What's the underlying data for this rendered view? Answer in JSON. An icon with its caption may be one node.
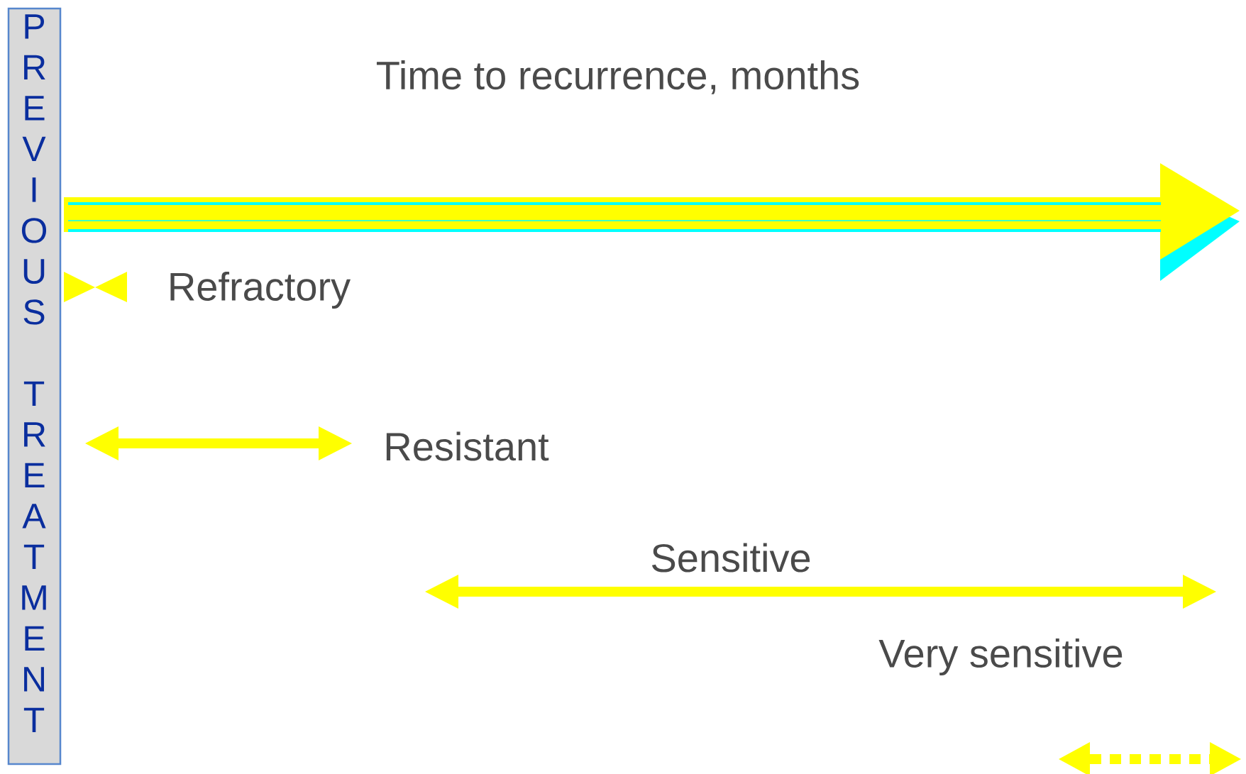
{
  "diagram": {
    "nodes": [
      {
        "text": [
          "PREVIOUS TREATMENT"
        ]
      }
    ],
    "labels": [
      "Time to recurrence, months",
      "Refractory",
      "Resistant",
      "Sensitive",
      "Very sensitive"
    ]
  }
}
